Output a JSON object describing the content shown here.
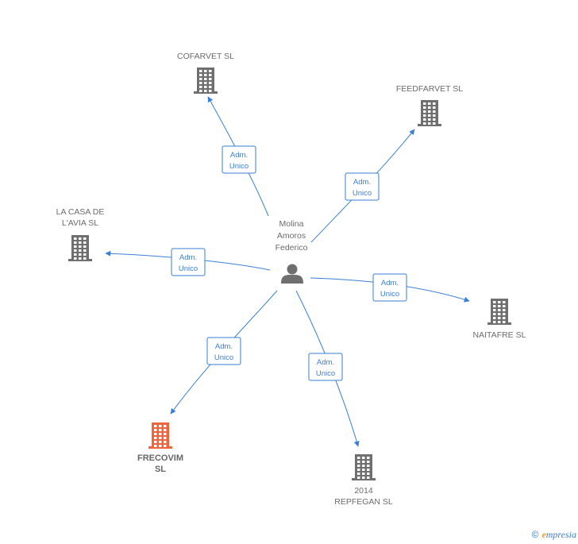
{
  "center": {
    "name_lines": [
      "Molina",
      "Amoros",
      "Federico"
    ],
    "icon": "person-icon"
  },
  "companies": [
    {
      "id": "cofarvet",
      "lines": [
        "COFARVET SL"
      ],
      "highlight": false,
      "icon": "building-icon",
      "role": [
        "Adm.",
        "Unico"
      ]
    },
    {
      "id": "feedfarvet",
      "lines": [
        "FEEDFARVET SL"
      ],
      "highlight": false,
      "icon": "building-icon",
      "role": [
        "Adm.",
        "Unico"
      ]
    },
    {
      "id": "la-casa-de-l-avia",
      "lines": [
        "LA CASA DE",
        "L'AVIA SL"
      ],
      "highlight": false,
      "icon": "building-icon",
      "role": [
        "Adm.",
        "Unico"
      ]
    },
    {
      "id": "naitafre",
      "lines": [
        "NAITAFRE SL"
      ],
      "highlight": false,
      "icon": "building-icon",
      "role": [
        "Adm.",
        "Unico"
      ]
    },
    {
      "id": "frecovim",
      "lines": [
        "FRECOVIM",
        "SL"
      ],
      "highlight": true,
      "icon": "building-icon",
      "role": [
        "Adm.",
        "Unico"
      ]
    },
    {
      "id": "2014-repfegan",
      "lines": [
        "2014",
        "REPFEGAN  SL"
      ],
      "highlight": false,
      "icon": "building-icon",
      "role": [
        "Adm.",
        "Unico"
      ]
    }
  ],
  "colors": {
    "edge": "#3a7fd5",
    "building": "#6f6f6f",
    "building_highlight": "#f0643c",
    "person": "#6f6f6f"
  },
  "watermark": {
    "copyright": "©",
    "brand_first": "e",
    "brand_rest": "mpresia"
  }
}
